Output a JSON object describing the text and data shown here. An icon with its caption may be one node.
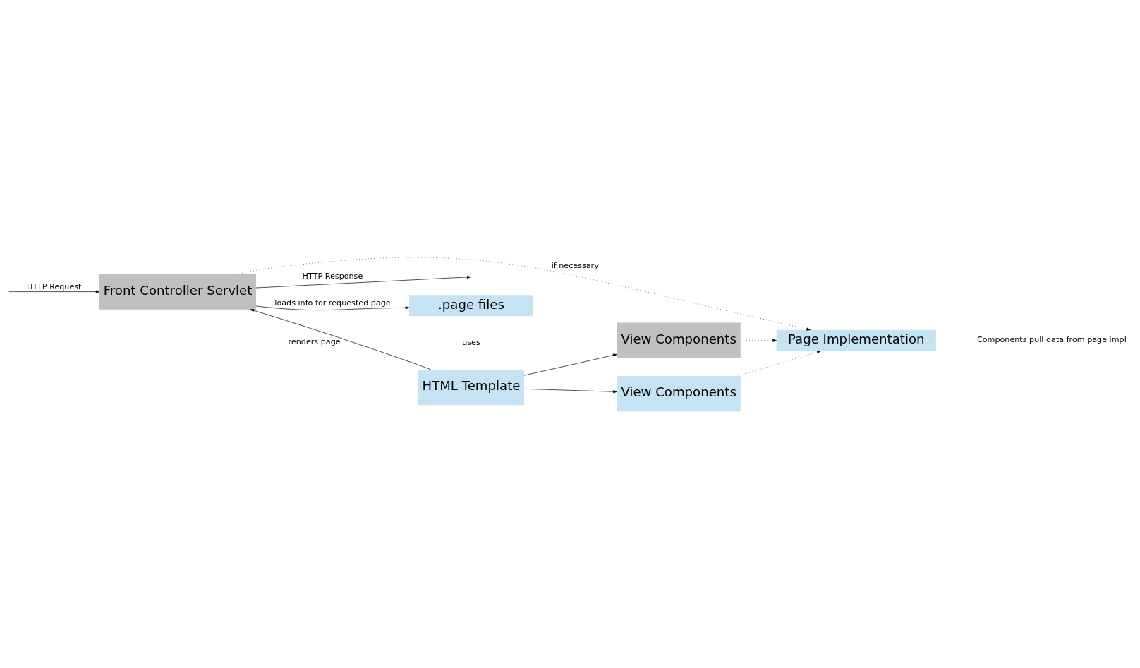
{
  "diagram": {
    "nodes": [
      {
        "text": [
          "Front Controller Servlet"
        ]
      },
      {
        "text": [
          ".page files"
        ]
      },
      {
        "text": [
          "Page Implementation"
        ]
      },
      {
        "text": [
          "View Components"
        ]
      },
      {
        "text": [
          "View Components"
        ]
      },
      {
        "text": [
          "HTML Template"
        ]
      }
    ],
    "edges": [
      {
        "from": 0,
        "to": null,
        "arrow": "to",
        "label": "HTTP Response"
      },
      {
        "from": null,
        "to": 0,
        "arrow": "to",
        "label": "HTTP Request"
      },
      {
        "from": 0,
        "to": 1,
        "arrow": "to",
        "label": "loads info for requested page"
      },
      {
        "from": 0,
        "to": 2,
        "arrow": "to",
        "label": "if necessary",
        "style": "dashed"
      },
      {
        "from": 3,
        "to": 2,
        "arrow": "to",
        "style": "dashed"
      },
      {
        "from": 4,
        "to": 2,
        "arrow": "to",
        "style": "dashed"
      },
      {
        "from": 5,
        "to": 3,
        "arrow": "to"
      },
      {
        "from": 5,
        "to": 4,
        "arrow": "to"
      },
      {
        "from": 5,
        "to": 0,
        "arrow": "to",
        "label": "renders page"
      }
    ],
    "labels": [
      "Components pull data from page impl",
      "uses"
    ]
  }
}
